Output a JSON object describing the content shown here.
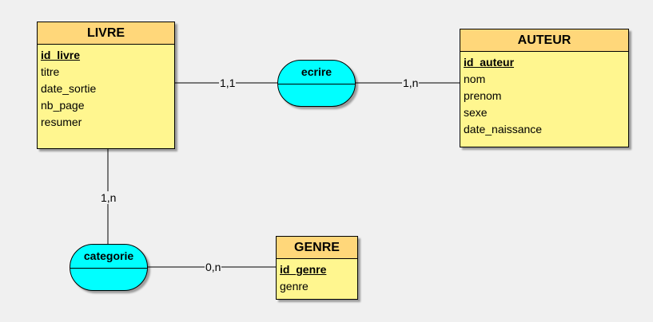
{
  "entities": {
    "livre": {
      "name": "LIVRE",
      "key": "id_livre",
      "attributes": [
        "titre",
        "date_sortie",
        "nb_page",
        "resumer"
      ]
    },
    "auteur": {
      "name": "AUTEUR",
      "key": "id_auteur",
      "attributes": [
        "nom",
        "prenom",
        "sexe",
        "date_naissance"
      ]
    },
    "genre": {
      "name": "GENRE",
      "key": "id_genre",
      "attributes": [
        "genre"
      ]
    }
  },
  "associations": {
    "ecrire": {
      "name": "ecrire"
    },
    "categorie": {
      "name": "categorie"
    }
  },
  "cardinalities": {
    "livre_ecrire": "1,1",
    "auteur_ecrire": "1,n",
    "livre_categorie": "1,n",
    "genre_categorie": "0,n"
  },
  "colors": {
    "entity_header": "#ffd77a",
    "entity_body": "#fff68f",
    "association": "#00ffff",
    "background": "#f0f0f0"
  }
}
